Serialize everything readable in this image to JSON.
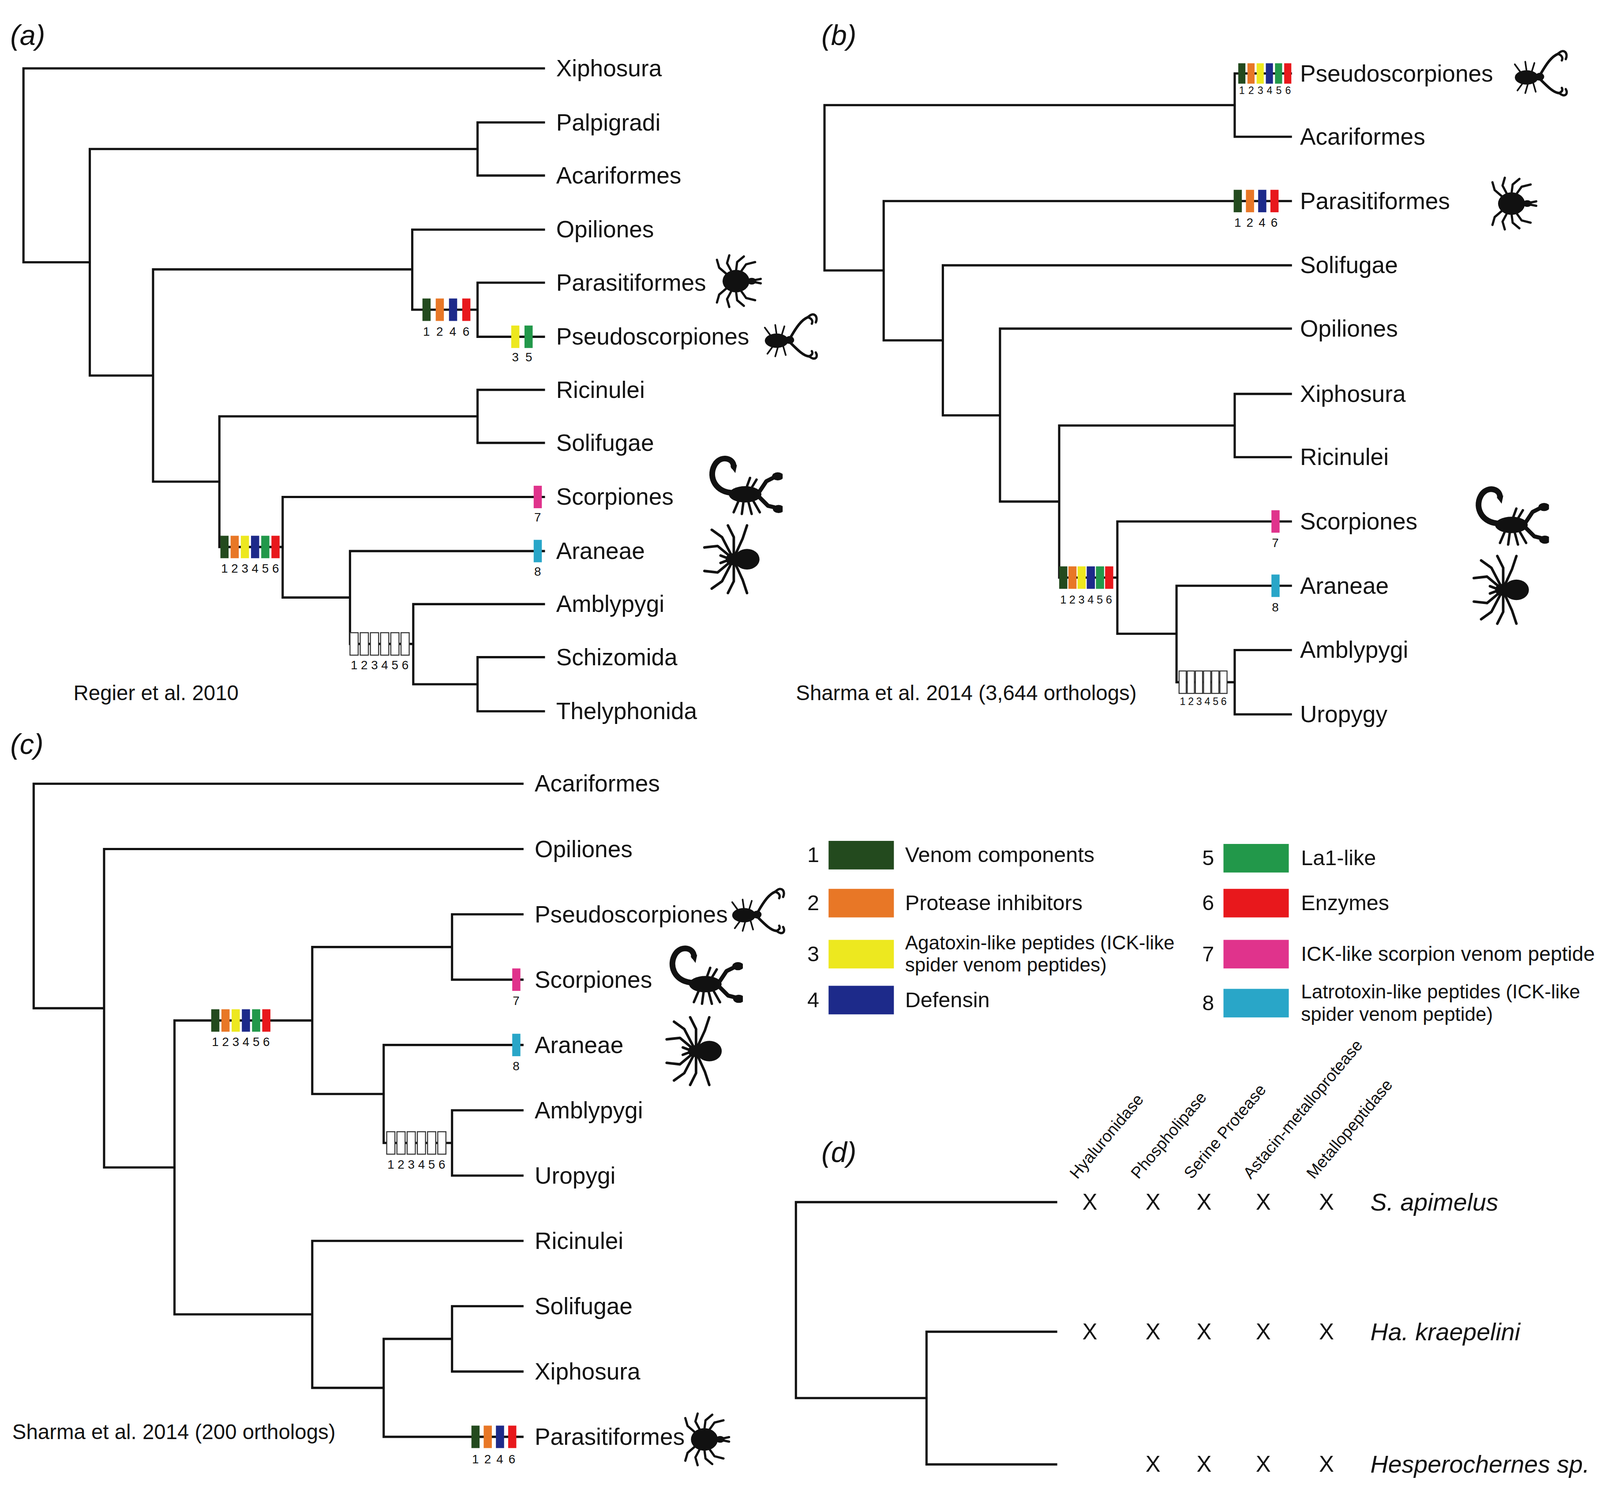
{
  "diagram": {
    "labels": [
      "(a)",
      "Xiphosura",
      "Palpigradi",
      "Acariformes",
      "Opiliones",
      "Parasitiformes",
      "Pseudoscorpiones",
      "Ricinulei",
      "Solifugae",
      "Scorpiones",
      "Araneae",
      "Amblypygi",
      "Schizomida",
      "Thelyphonida",
      "1246",
      "35",
      "123456",
      "7",
      "8",
      "123456",
      "Regier et al. 2010",
      "(b)",
      "Pseudoscorpiones",
      "Acariformes",
      "Parasitiformes",
      "Solifugae",
      "Opiliones",
      "Xiphosura",
      "Ricinulei",
      "Scorpiones",
      "Araneae",
      "Amblypygi",
      "Uropygy",
      "123456",
      "1246",
      "123456",
      "7",
      "8",
      "123456",
      "Sharma et al. 2014 (3,644 orthologs)",
      "(c)",
      "Acariformes",
      "Opiliones",
      "Pseudoscorpiones",
      "Scorpiones",
      "Araneae",
      "Amblypygi",
      "Uropygi",
      "Ricinulei",
      "Solifugae",
      "Xiphosura",
      "Parasitiformes",
      "123456",
      "7",
      "8",
      "123456",
      "1246",
      "Sharma et al. 2014 (200 orthologs)",
      "1",
      "2",
      "3",
      "4",
      "5",
      "6",
      "7",
      "8",
      "(d)",
      "Hyaluronidase",
      "Phospholipase",
      "Serine Protease",
      "Astacin-metalloprotease",
      "Metallopeptidase",
      "X",
      "X",
      "X",
      "X",
      "X",
      "S. apimelus",
      "X",
      "X",
      "X",
      "X",
      "X",
      "Ha. kraepelini",
      "X",
      "X",
      "X",
      "X",
      "Hesperochernes sp."
    ],
    "legend": [
      {
        "text": "Venom components",
        "color": "#234a1e"
      },
      {
        "text": "Protease inhibitors",
        "color": "#e87726"
      },
      {
        "text": "Agatoxin-like peptides (ICK-like spider venom peptides)",
        "color": "#ede81f"
      },
      {
        "text": "Defensin",
        "color": "#1d2a8a"
      },
      {
        "text": "La1-like",
        "color": "#22984a"
      },
      {
        "text": "Enzymes",
        "color": "#e8181c"
      },
      {
        "text": "ICK-like scorpion venom peptide",
        "color": "#e0338c"
      },
      {
        "text": "Latrotoxin-like peptides (ICK-like spider venom peptide)",
        "color": "#29a6c8"
      }
    ]
  }
}
